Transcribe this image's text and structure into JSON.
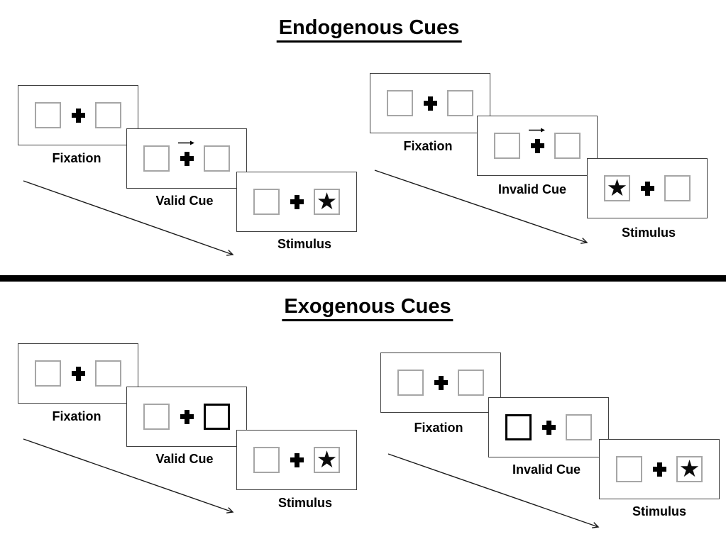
{
  "sections": {
    "endogenous": {
      "title": "Endogenous Cues"
    },
    "exogenous": {
      "title": "Exogenous Cues"
    }
  },
  "panels": {
    "endo_valid": {
      "cue_kind": "central-arrow",
      "cue_direction": "right",
      "stimulus_side": "right",
      "cards": [
        {
          "label": "Fixation"
        },
        {
          "label": "Valid Cue"
        },
        {
          "label": "Stimulus"
        }
      ]
    },
    "endo_invalid": {
      "cue_kind": "central-arrow",
      "cue_direction": "right",
      "stimulus_side": "left",
      "cards": [
        {
          "label": "Fixation"
        },
        {
          "label": "Invalid Cue"
        },
        {
          "label": "Stimulus"
        }
      ]
    },
    "exo_valid": {
      "cue_kind": "highlighted-box",
      "cue_side": "right",
      "stimulus_side": "right",
      "cards": [
        {
          "label": "Fixation"
        },
        {
          "label": "Valid Cue"
        },
        {
          "label": "Stimulus"
        }
      ]
    },
    "exo_invalid": {
      "cue_kind": "highlighted-box",
      "cue_side": "left",
      "stimulus_side": "right",
      "cards": [
        {
          "label": "Fixation"
        },
        {
          "label": "Invalid Cue"
        },
        {
          "label": "Stimulus"
        }
      ]
    }
  },
  "icons": {
    "star": "★",
    "fixation_cross": "plus-cross",
    "cue_arrow": "right-arrow",
    "timeline_arrow": "diagonal-arrow-down-right"
  },
  "palette": {
    "ink": "#000000",
    "card_border": "#404040",
    "box_border": "#a6a6a6",
    "background": "#ffffff"
  }
}
